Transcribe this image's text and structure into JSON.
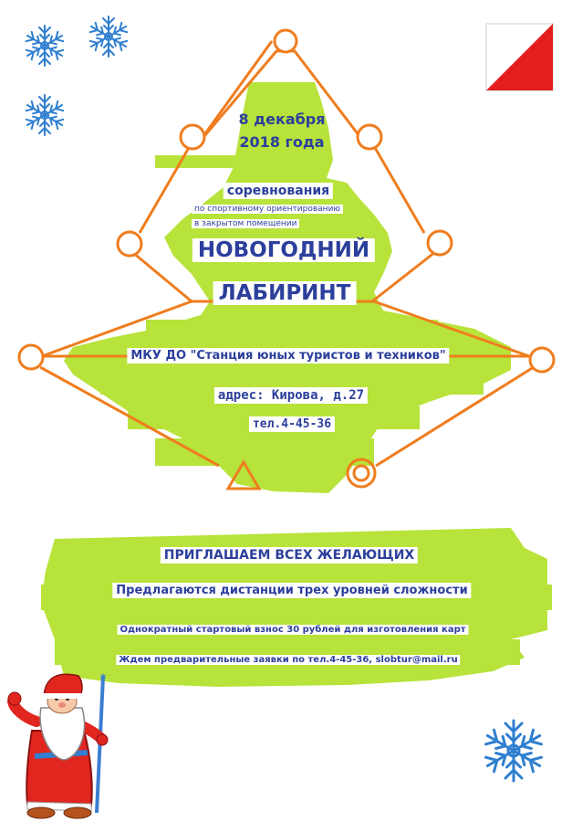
{
  "poster": {
    "date_line1": "8 декабря",
    "date_line2": "2018 года",
    "event_word": "соревнования",
    "subtitle_line1": "по спортивному ориентированию",
    "subtitle_line2": "в закрытом помещении",
    "title_line1": "НОВОГОДНИЙ",
    "title_line2": "ЛАБИРИНТ",
    "organizer": "МКУ ДО \"Станция юных туристов и техников\"",
    "address": "адрес: Кирова, д.27",
    "phone": "тел.4-45-36",
    "invite": "ПРИГЛАШАЕМ ВСЕХ ЖЕЛАЮЩИХ",
    "distances": "Предлагаются дистанции трех уровней сложности",
    "fee": "Однократный стартовый взнос 30 рублей для изготовления карт",
    "applications": "Ждем предварительные заявки по тел.4-45-36, slobtur@mail.ru"
  },
  "colors": {
    "text": "#2c3f9c",
    "lime": "#b7e33a",
    "orange": "#ef7d1f",
    "snowflake": "#2f7fd0",
    "flag_red": "#e41d1d"
  },
  "icons": [
    "snowflake-icon",
    "orienteering-flag-icon",
    "start-triangle-icon",
    "finish-circle-icon",
    "santa-claus-icon"
  ]
}
